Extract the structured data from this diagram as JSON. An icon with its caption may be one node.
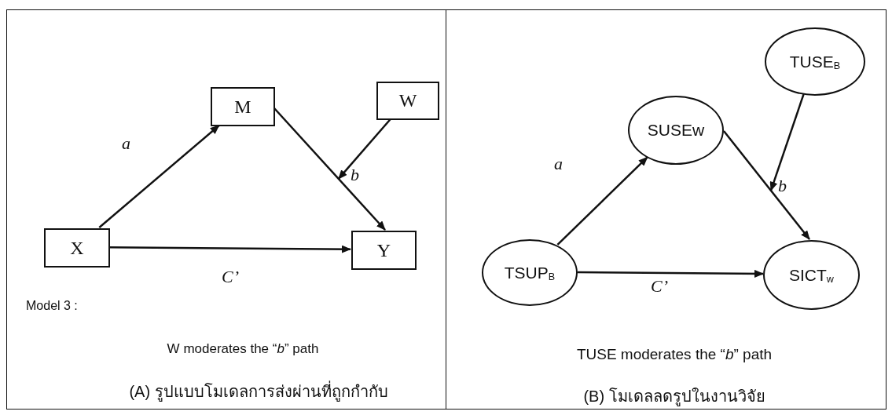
{
  "diagram": {
    "nodes": [
      {
        "text": [
          "Model 3 :",
          "W moderates the “*b*” path",
          "(A)  รูปแบบโมเดลการส่งผ่านที่ถูกกำกับ"
        ]
      },
      {
        "text": [
          "M"
        ],
        "in": 0
      },
      {
        "text": [
          "W"
        ],
        "in": 0
      },
      {
        "text": [
          "X"
        ],
        "in": 0
      },
      {
        "text": [
          "Y"
        ],
        "in": 0
      },
      {
        "text": [
          "TUSE  moderates the “*b*” path",
          "(B)  โมเดลลดรูปในงานวิจัย"
        ]
      },
      {
        "text": [
          "TUSE$_{B}$"
        ],
        "in": 5
      },
      {
        "text": [
          "SUSEw"
        ],
        "in": 5
      },
      {
        "text": [
          "TSUP$_{B}$"
        ],
        "in": 5
      },
      {
        "text": [
          "SICT$_{w}$"
        ],
        "in": 5
      }
    ],
    "edges": [
      {
        "from": 3,
        "to": 1,
        "arrow": "to",
        "label": "a"
      },
      {
        "from": 1,
        "to": 4,
        "arrow": "to",
        "label": "b"
      },
      {
        "from": 3,
        "to": 4,
        "arrow": "to",
        "label": "C’"
      },
      {
        "from": 2,
        "to": null,
        "arrow": "to"
      },
      {
        "from": 8,
        "to": 7,
        "arrow": "to",
        "label": "a"
      },
      {
        "from": 7,
        "to": 9,
        "arrow": "to",
        "label": "b"
      },
      {
        "from": 8,
        "to": 9,
        "arrow": "to",
        "label": "C’"
      },
      {
        "from": 6,
        "to": null,
        "arrow": "to"
      }
    ]
  }
}
